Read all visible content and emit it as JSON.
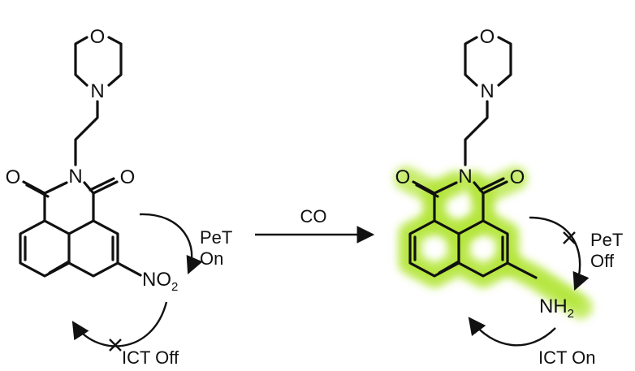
{
  "colors": {
    "glow": "#b4e63a",
    "ink": "#111111"
  },
  "left": {
    "morpholine_o": "O",
    "morpholine_n": "N",
    "imide_n": "N",
    "carbonyl_o1": "O",
    "carbonyl_o2": "O",
    "substituent": {
      "main": "NO",
      "sub": "2"
    },
    "pet": {
      "line1": "PeT",
      "line2": "On"
    },
    "ict": "ICT Off"
  },
  "reaction": {
    "reagent": "CO"
  },
  "right": {
    "morpholine_o": "O",
    "morpholine_n": "N",
    "imide_n": "N",
    "carbonyl_o1": "O",
    "carbonyl_o2": "O",
    "substituent": {
      "main": "NH",
      "sub": "2"
    },
    "pet": {
      "line1": "PeT",
      "line2": "Off"
    },
    "ict": "ICT On"
  }
}
